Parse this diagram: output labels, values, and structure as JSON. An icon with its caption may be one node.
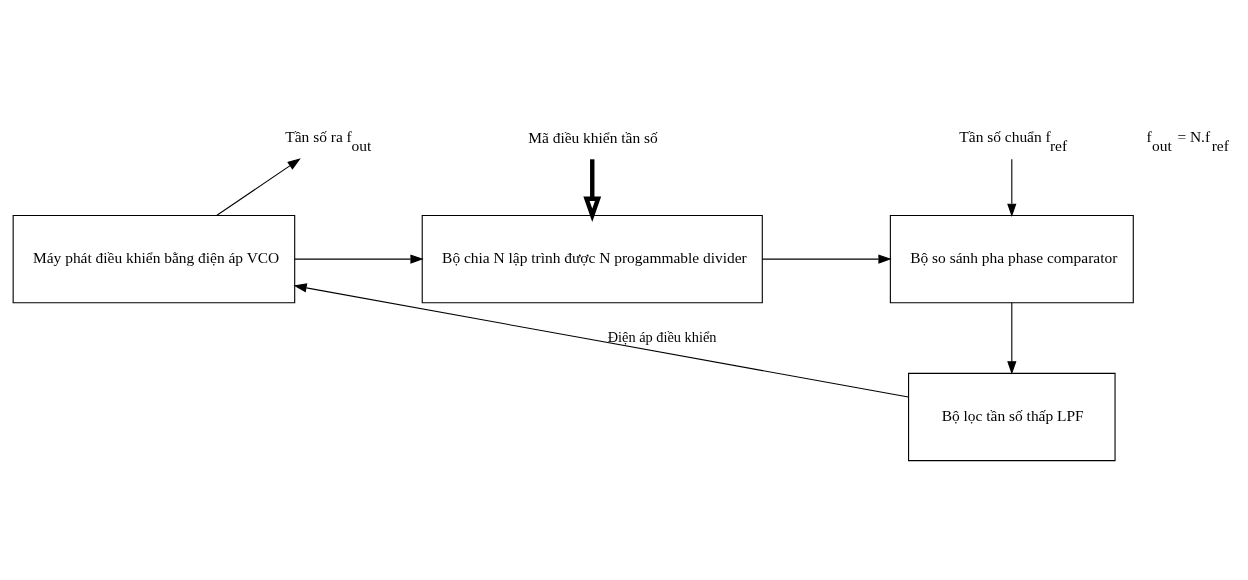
{
  "diagram": {
    "nodes": [
      {
        "text": [
          "Máy phát điều khiển bằng điện áp VCO"
        ]
      },
      {
        "text": [
          "Bộ chia N lập trình được N progammable divider"
        ]
      },
      {
        "text": [
          "Bộ so sánh pha phase comparator"
        ]
      },
      {
        "text": [
          "Bộ lọc tần số thấp LPF"
        ]
      },
      {
        "text": [
          "Tần số ra f$_{out}$"
        ]
      },
      {
        "text": [
          "Mã điều khiển tần số"
        ]
      },
      {
        "text": [
          "Tần số chuẩn f$_{ref}$"
        ]
      }
    ],
    "edges": [
      {
        "from": 0,
        "to": 1,
        "arrow": "to"
      },
      {
        "from": 0,
        "to": 4,
        "arrow": "to"
      },
      {
        "from": 5,
        "to": 1,
        "arrow": "to",
        "style": "thick"
      },
      {
        "from": 1,
        "to": 2,
        "arrow": "to"
      },
      {
        "from": 6,
        "to": 2,
        "arrow": "to"
      },
      {
        "from": 2,
        "to": 3,
        "arrow": "to"
      },
      {
        "from": 3,
        "to": 0,
        "arrow": "to",
        "label": "Điện áp điều khiển"
      }
    ],
    "labels": [
      "f$_{out}$ = N.f$_{ref}$"
    ]
  }
}
